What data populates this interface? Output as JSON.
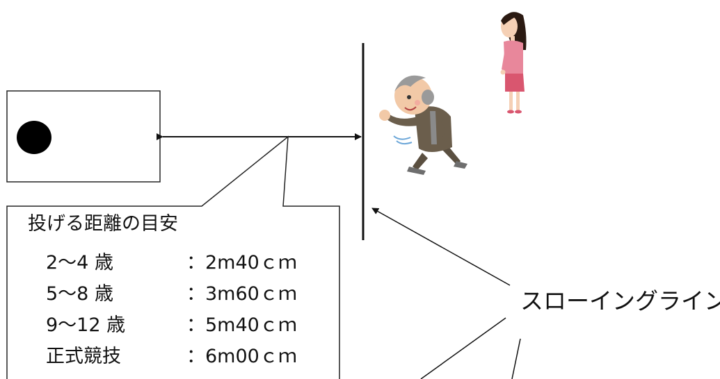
{
  "callout": {
    "title": "投げる距離の目安",
    "rows": [
      {
        "age": "2〜4 歳",
        "distance": "：2m40ｃｍ"
      },
      {
        "age": "5〜8 歳",
        "distance": "：3m60ｃｍ"
      },
      {
        "age": "9〜12 歳",
        "distance": "：5m40ｃｍ"
      },
      {
        "age": "正式競技",
        "distance": "：6m00ｃｍ"
      }
    ]
  },
  "throwing_line_label": "スローイングライン",
  "colors": {
    "line": "#111111",
    "target_dot": "#000000",
    "grandpa_face": "#f2c9a7",
    "grandpa_suit": "#6b5e4c",
    "woman_top": "#e8879b",
    "woman_skirt": "#d9566f",
    "woman_hair": "#2b1a12"
  },
  "icons": [
    "grandpa-throwing-icon",
    "standing-woman-icon"
  ]
}
